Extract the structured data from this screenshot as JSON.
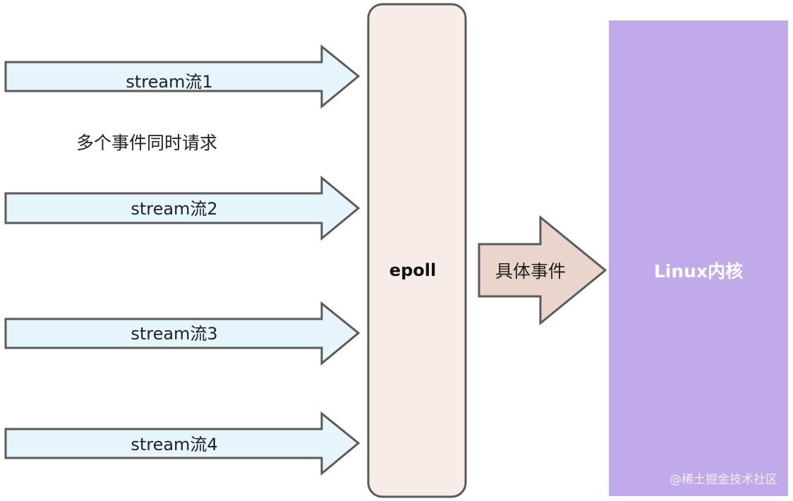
{
  "streams": [
    {
      "label": "stream流1"
    },
    {
      "label": "stream流2"
    },
    {
      "label": "stream流3"
    },
    {
      "label": "stream流4"
    }
  ],
  "note": "多个事件同时请求",
  "epoll": {
    "label": "epoll"
  },
  "event_arrow": {
    "label": "具体事件"
  },
  "kernel": {
    "label": "Linux内核"
  },
  "watermark": "@稀土掘金技术社区",
  "colors": {
    "stream_fill": "#e6f4fb",
    "epoll_fill": "#f7ece8",
    "event_fill": "#ead5cc",
    "kernel_fill": "#c0aaea",
    "outline": "#5a5a5a"
  }
}
